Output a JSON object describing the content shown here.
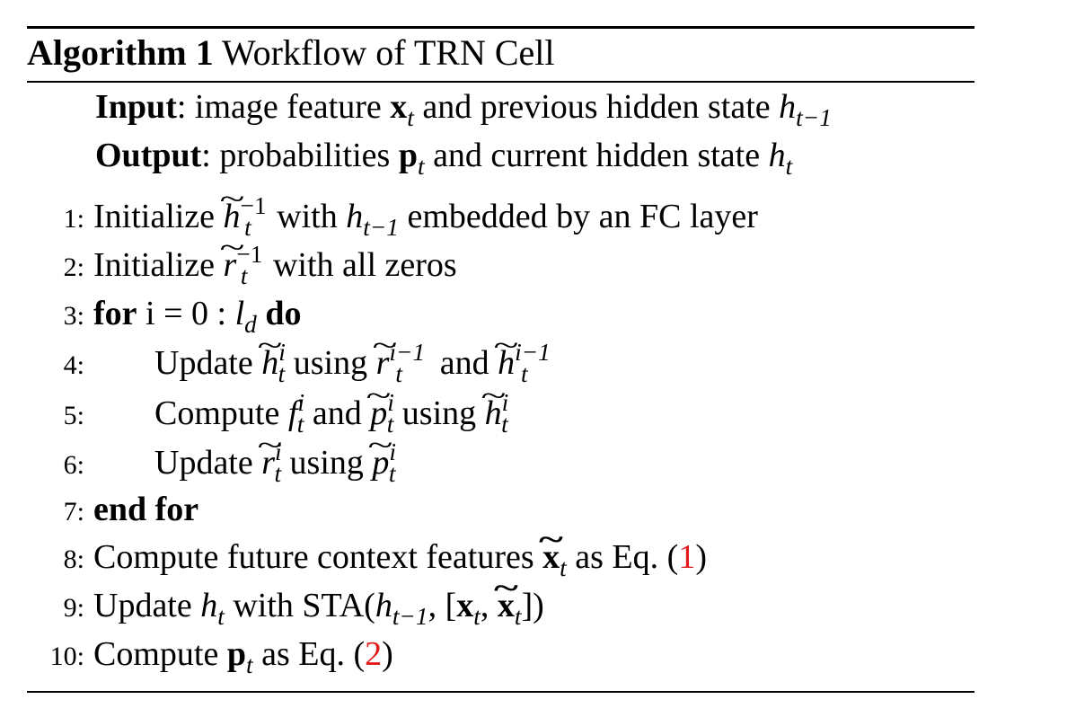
{
  "algorithm": {
    "label": "Algorithm 1",
    "title": "Workflow of TRN Cell",
    "input": {
      "keyword": "Input",
      "text_a": ": image feature ",
      "x": "x",
      "t": "t",
      "text_b": " and previous hidden state ",
      "h": "h",
      "tm1": "t−1"
    },
    "output": {
      "keyword": "Output",
      "text_a": ": probabilities ",
      "p": "p",
      "t": "t",
      "text_b": " and current hidden state ",
      "h": "h",
      "t2": "t"
    },
    "steps": [
      {
        "num": "1:",
        "pre": "Initialize ",
        "mid": " with ",
        "post": " embedded by an FC layer"
      },
      {
        "num": "2:",
        "pre": "Initialize ",
        "post": " with all zeros"
      },
      {
        "num": "3:",
        "kw_for": "for",
        "loop": " i = 0 : ",
        "kw_do": "do"
      },
      {
        "num": "4:",
        "pre": "Update ",
        "mid1": " using ",
        "mid2": " and "
      },
      {
        "num": "5:",
        "pre": "Compute ",
        "mid1": " and ",
        "mid2": " using "
      },
      {
        "num": "6:",
        "pre": "Update ",
        "mid1": " using "
      },
      {
        "num": "7:",
        "kw": "end for"
      },
      {
        "num": "8:",
        "pre": "Compute future context features ",
        "post": " as Eq. (",
        "ref": "1",
        "close": ")"
      },
      {
        "num": "9:",
        "pre": "Update ",
        "mid": " with STA(",
        "post": ")"
      },
      {
        "num": "10:",
        "pre": "Compute ",
        "post": " as Eq. (",
        "ref": "2",
        "close": ")"
      }
    ],
    "symbols": {
      "h": "h",
      "r": "r",
      "p": "p",
      "f": "f",
      "x": "x",
      "l": "l",
      "t": "t",
      "i": "i",
      "d": "d",
      "neg1": "−1",
      "im1": "i−1",
      "tm1": "t−1"
    },
    "ref_color": "#e31a1c"
  }
}
